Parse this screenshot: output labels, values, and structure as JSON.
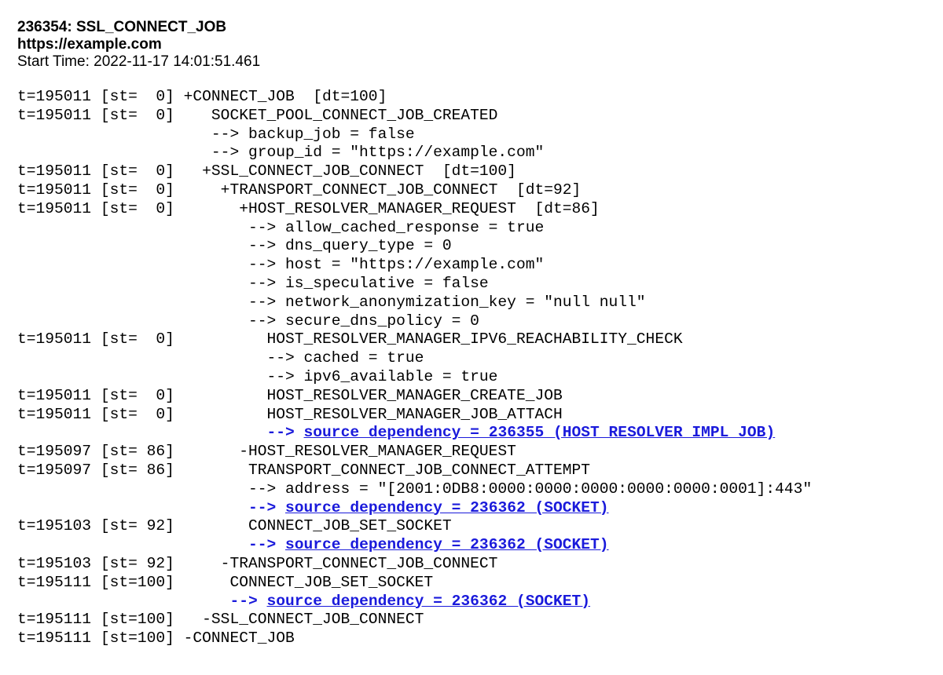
{
  "header": {
    "title": "236354: SSL_CONNECT_JOB",
    "url": "https://example.com",
    "start_time": "Start Time: 2022-11-17 14:01:51.461"
  },
  "colors": {
    "dependency": "#1a1adb"
  },
  "log_lines": [
    {
      "text": "t=195011 [st=  0] +CONNECT_JOB  [dt=100]",
      "kind": "event"
    },
    {
      "text": "t=195011 [st=  0]    SOCKET_POOL_CONNECT_JOB_CREATED",
      "kind": "event"
    },
    {
      "text": "                     --> backup_job = false",
      "kind": "param"
    },
    {
      "text": "                     --> group_id = \"https://example.com\"",
      "kind": "param"
    },
    {
      "text": "t=195011 [st=  0]   +SSL_CONNECT_JOB_CONNECT  [dt=100]",
      "kind": "event"
    },
    {
      "text": "t=195011 [st=  0]     +TRANSPORT_CONNECT_JOB_CONNECT  [dt=92]",
      "kind": "event"
    },
    {
      "text": "t=195011 [st=  0]       +HOST_RESOLVER_MANAGER_REQUEST  [dt=86]",
      "kind": "event"
    },
    {
      "text": "                         --> allow_cached_response = true",
      "kind": "param"
    },
    {
      "text": "                         --> dns_query_type = 0",
      "kind": "param"
    },
    {
      "text": "                         --> host = \"https://example.com\"",
      "kind": "param"
    },
    {
      "text": "                         --> is_speculative = false",
      "kind": "param"
    },
    {
      "text": "                         --> network_anonymization_key = \"null null\"",
      "kind": "param"
    },
    {
      "text": "                         --> secure_dns_policy = 0",
      "kind": "param"
    },
    {
      "text": "t=195011 [st=  0]          HOST_RESOLVER_MANAGER_IPV6_REACHABILITY_CHECK",
      "kind": "event"
    },
    {
      "text": "                           --> cached = true",
      "kind": "param"
    },
    {
      "text": "                           --> ipv6_available = true",
      "kind": "param"
    },
    {
      "text": "t=195011 [st=  0]          HOST_RESOLVER_MANAGER_CREATE_JOB",
      "kind": "event"
    },
    {
      "text": "t=195011 [st=  0]          HOST_RESOLVER_MANAGER_JOB_ATTACH",
      "kind": "event"
    },
    {
      "text": "                           --> source_dependency = 236355 (HOST_RESOLVER_IMPL_JOB)",
      "kind": "dependency"
    },
    {
      "text": "t=195097 [st= 86]       -HOST_RESOLVER_MANAGER_REQUEST",
      "kind": "event"
    },
    {
      "text": "t=195097 [st= 86]        TRANSPORT_CONNECT_JOB_CONNECT_ATTEMPT",
      "kind": "event"
    },
    {
      "text": "                         --> address = \"[2001:0DB8:0000:0000:0000:0000:0000:0001]:443\"",
      "kind": "param"
    },
    {
      "text": "                         --> source_dependency = 236362 (SOCKET)",
      "kind": "dependency"
    },
    {
      "text": "t=195103 [st= 92]        CONNECT_JOB_SET_SOCKET",
      "kind": "event"
    },
    {
      "text": "                         --> source_dependency = 236362 (SOCKET)",
      "kind": "dependency"
    },
    {
      "text": "t=195103 [st= 92]     -TRANSPORT_CONNECT_JOB_CONNECT",
      "kind": "event"
    },
    {
      "text": "t=195111 [st=100]      CONNECT_JOB_SET_SOCKET",
      "kind": "event"
    },
    {
      "text": "                       --> source_dependency = 236362 (SOCKET)",
      "kind": "dependency"
    },
    {
      "text": "t=195111 [st=100]   -SSL_CONNECT_JOB_CONNECT",
      "kind": "event"
    },
    {
      "text": "t=195111 [st=100] -CONNECT_JOB",
      "kind": "event"
    }
  ]
}
